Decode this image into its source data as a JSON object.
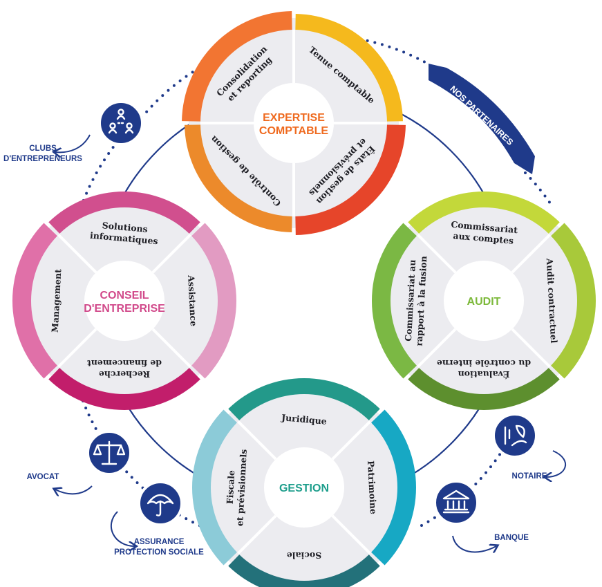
{
  "colors": {
    "navy": "#1f3a8a",
    "segment_bg": "#ececf0",
    "divider": "#ffffff"
  },
  "banner": {
    "label": "NOS PARTENAIRES"
  },
  "clusters": [
    {
      "id": "expertise",
      "title_lines": [
        "EXPERTISE",
        "COMPTABLE"
      ],
      "title_color": "#ef6a1f",
      "segments": [
        {
          "label_lines": [
            "Tenue comptable"
          ],
          "color": "#f5b91d"
        },
        {
          "label_lines": [
            "États de gestion",
            "et prévisionnels"
          ],
          "color": "#e6452a"
        },
        {
          "label_lines": [
            "Contrôle de gestion"
          ],
          "color": "#ec8a2b"
        },
        {
          "label_lines": [
            "Consolidation",
            "et reporting"
          ],
          "color": "#f27532"
        }
      ]
    },
    {
      "id": "conseil",
      "title_lines": [
        "CONSEIL",
        "D'ENTREPRISE"
      ],
      "title_color": "#d1498a",
      "segments": [
        {
          "label_lines": [
            "Solutions",
            "informatiques"
          ],
          "color": "#d14f8e"
        },
        {
          "label_lines": [
            "Assistance"
          ],
          "color": "#e29bc2"
        },
        {
          "label_lines": [
            "Recherche",
            "de financement"
          ],
          "color": "#c21e6b"
        },
        {
          "label_lines": [
            "Management"
          ],
          "color": "#e070a8"
        }
      ]
    },
    {
      "id": "audit",
      "title_lines": [
        "AUDIT"
      ],
      "title_color": "#7cb93a",
      "segments": [
        {
          "label_lines": [
            "Commissariat",
            "aux comptes"
          ],
          "color": "#c3d83a"
        },
        {
          "label_lines": [
            "Audit contractuel"
          ],
          "color": "#a8c93a"
        },
        {
          "label_lines": [
            "Évaluation",
            "du contrôle interne"
          ],
          "color": "#5d8f2e"
        },
        {
          "label_lines": [
            "Commissariat au",
            "rapport à la fusion"
          ],
          "color": "#7bb844"
        }
      ]
    },
    {
      "id": "gestion",
      "title_lines": [
        "GESTION"
      ],
      "title_color": "#1e9e8c",
      "segments": [
        {
          "label_lines": [
            "Juridique"
          ],
          "color": "#23998a"
        },
        {
          "label_lines": [
            "Patrimoine"
          ],
          "color": "#17a8c4"
        },
        {
          "label_lines": [
            "Sociale"
          ],
          "color": "#23717a"
        },
        {
          "label_lines": [
            "Fiscale",
            "et prévisionnels"
          ],
          "color": "#8ccbd8"
        }
      ]
    }
  ],
  "partners": [
    {
      "id": "clubs",
      "icon": "network-people-icon",
      "label_lines": [
        "CLUBS",
        "D'ENTREPRENEURS"
      ]
    },
    {
      "id": "avocat",
      "icon": "scales-icon",
      "label_lines": [
        "AVOCAT"
      ]
    },
    {
      "id": "assurance",
      "icon": "umbrella-icon",
      "label_lines": [
        "ASSURANCE",
        "PROTECTION SOCIALE"
      ]
    },
    {
      "id": "notaire",
      "icon": "quill-hand-icon",
      "label_lines": [
        "NOTAIRE"
      ]
    },
    {
      "id": "banque",
      "icon": "bank-building-icon",
      "label_lines": [
        "BANQUE"
      ]
    }
  ]
}
